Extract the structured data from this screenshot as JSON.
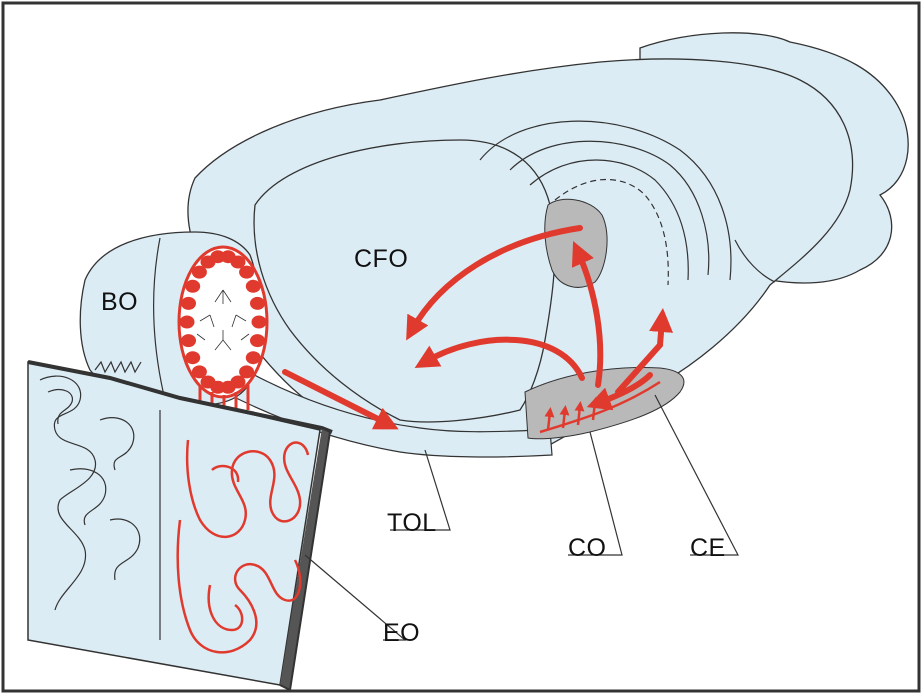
{
  "colors": {
    "tissue": "#dcecf4",
    "outline": "#333333",
    "pathway": "#e03a2f",
    "target_region": "#b9b9b9",
    "frame": "#333333"
  },
  "labels": {
    "bo": "BO",
    "cfo": "CFO",
    "tol": "TOL",
    "co": "CO",
    "ce": "CE",
    "eo": "EO"
  }
}
